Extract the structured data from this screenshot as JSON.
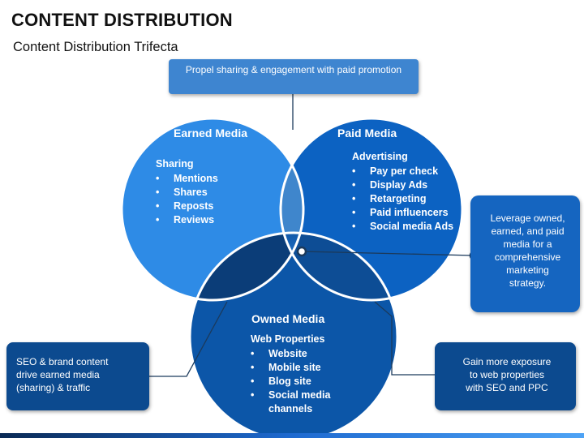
{
  "title": "CONTENT DISTRIBUTION",
  "subtitle": "Content Distribution Trifecta",
  "callouts": {
    "top": "Propel sharing & engagement with paid promotion",
    "right": [
      "Leverage owned,",
      "earned, and paid",
      "media for a",
      "comprehensive",
      "marketing",
      "strategy."
    ],
    "bottom_left": [
      "SEO & brand content",
      "drive earned media",
      "(sharing) & traffic"
    ],
    "bottom_right": [
      "Gain more exposure",
      "to web properties",
      "with SEO and PPC"
    ]
  },
  "earned": {
    "title": "Earned Media",
    "subtitle": "Sharing",
    "items": [
      "Mentions",
      "Shares",
      "Reposts",
      "Reviews"
    ]
  },
  "paid": {
    "title": "Paid Media",
    "subtitle": "Advertising",
    "items": [
      "Pay per check",
      "Display Ads",
      "Retargeting",
      "Paid influencers",
      "Social media Ads"
    ]
  },
  "owned": {
    "title": "Owned Media",
    "subtitle": "Web Properties",
    "items": [
      "Website",
      "Mobile site",
      "Blog site",
      "Social media",
      "channels"
    ]
  },
  "colors": {
    "earned": "#2e8be6",
    "paid": "#0c62c2",
    "owned": "#0c56a8",
    "overlap_top": "#3f86cc",
    "overlap_left": "#0b3d78",
    "overlap_right": "#0d4d95",
    "center": "#3aa0f5",
    "callout_light": "#3e85d0",
    "callout_dark": "#0c4a8f"
  }
}
